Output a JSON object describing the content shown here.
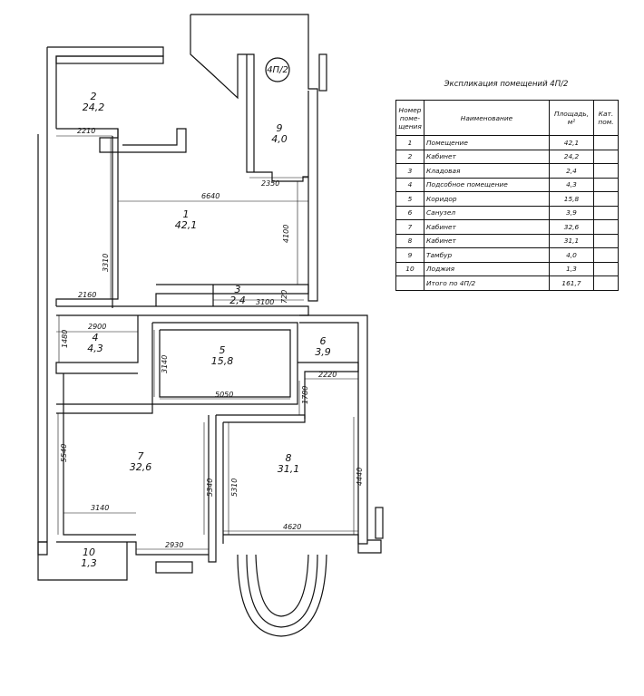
{
  "plate_label": "4П/2",
  "rooms": [
    {
      "number": "1",
      "area": "42,1"
    },
    {
      "number": "2",
      "area": "24,2"
    },
    {
      "number": "3",
      "area": "2,4"
    },
    {
      "number": "4",
      "area": "4,3"
    },
    {
      "number": "5",
      "area": "15,8"
    },
    {
      "number": "6",
      "area": "3,9"
    },
    {
      "number": "7",
      "area": "32,6"
    },
    {
      "number": "8",
      "area": "31,1"
    },
    {
      "number": "9",
      "area": "4,0"
    },
    {
      "number": "10",
      "area": "1,3"
    }
  ],
  "dimensions": [
    "2210",
    "6640",
    "2350",
    "4100",
    "3310",
    "2160",
    "3100",
    "720",
    "2900",
    "1480",
    "3140",
    "5050",
    "2220",
    "1780",
    "5540",
    "5340",
    "5310",
    "4440",
    "3140",
    "2930",
    "4620"
  ],
  "explication": {
    "title": "Экспликация помещений 4П/2",
    "headers": {
      "number": "Номер поме-щения",
      "name": "Наименование",
      "area": "Площадь, м²",
      "category": "Кат. пом."
    },
    "rows": [
      {
        "number": "1",
        "name": "Помещение",
        "area": "42,1"
      },
      {
        "number": "2",
        "name": "Кабинет",
        "area": "24,2"
      },
      {
        "number": "3",
        "name": "Кладовая",
        "area": "2,4"
      },
      {
        "number": "4",
        "name": "Подсобное помещение",
        "area": "4,3"
      },
      {
        "number": "5",
        "name": "Коридор",
        "area": "15,8"
      },
      {
        "number": "6",
        "name": "Санузел",
        "area": "3,9"
      },
      {
        "number": "7",
        "name": "Кабинет",
        "area": "32,6"
      },
      {
        "number": "8",
        "name": "Кабинет",
        "area": "31,1"
      },
      {
        "number": "9",
        "name": "Тамбур",
        "area": "4,0"
      },
      {
        "number": "10",
        "name": "Лоджия",
        "area": "1,3"
      }
    ],
    "total": {
      "name": "Итого по 4П/2",
      "area": "161,7"
    }
  }
}
